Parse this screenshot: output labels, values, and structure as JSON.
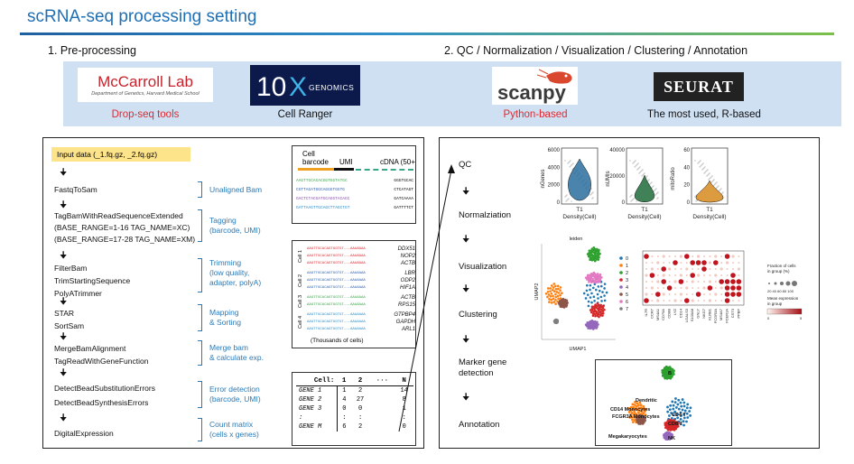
{
  "title": "scRNA-seq processing setting",
  "sections": {
    "left": "1. Pre-processing",
    "right": "2. QC / Normalization / Visualization / Clustering / Annotation"
  },
  "logos": [
    {
      "name": "McCarroll Lab",
      "sub": "Department of Genetics, Harvard Medical School",
      "label": "Drop-seq tools",
      "label_color": "#e0292f"
    },
    {
      "name": "10X GENOMICS",
      "label": "Cell Ranger",
      "label_color": "#111111"
    },
    {
      "name": "scanpy",
      "label": "Python-based",
      "label_color": "#e0292f"
    },
    {
      "name": "SEURAT",
      "label": "The most  used, R-based",
      "label_color": "#111111"
    }
  ],
  "left_panel": {
    "input": "Input data (_1.fq.gz, _2.fq.gz)",
    "steps": [
      {
        "text": "FastqToSam",
        "label": "Unaligned Bam"
      },
      {
        "text": "TagBamWithReadSequenceExtended\n(BASE_RANGE=1-16 TAG_NAME=XC)\n(BASE_RANGE=17-28 TAG_NAME=XM)",
        "label": "Tagging\n(barcode, UMI)"
      },
      {
        "text": "FilterBam\nTrimStartingSequence\nPolyATrimmer",
        "label": "Trimming\n(low quality,\nadapter, polyA)"
      },
      {
        "text": "STAR\nSortSam",
        "label": "Mapping\n& Sorting"
      },
      {
        "text": "MergeBamAlignment\nTagReadWithGeneFunction",
        "label": "Merge bam\n& calculate exp."
      },
      {
        "text": "DetectBeadSubstitutionErrors\nDetectBeadSynthesisErrors",
        "label": "Error detection\n(barcode, UMI)"
      },
      {
        "text": "DigitalExpression",
        "label": "Count matrix\n(cells x genes)"
      }
    ],
    "read_box": {
      "cell_barcode": "Cell\nbarcode",
      "umi": "UMI",
      "cdna": "cDNA (50+",
      "reads": [
        {
          "left": "AAGTTGCACACGGTGGTATGC",
          "right": "GGGTGCAC",
          "color": "#3aa64a"
        },
        {
          "left": "CGTTAGATGGCAGGGTGGTG",
          "right": "CTCATAGT",
          "color": "#2a5fb0"
        },
        {
          "left": "GACTCTACGATGCAGGTACAGC",
          "right": "GATCAAAA",
          "color": "#8a4fb0"
        },
        {
          "left": "GATTAAGTTGCAGCTTAGCTGT",
          "right": "GATTTTCT",
          "color": "#2a8fc8"
        }
      ]
    },
    "cells_box": {
      "cells": [
        "Cell 1",
        "Cell 2",
        "Cell 3",
        "Cell 4"
      ],
      "genes": [
        [
          "DDX51",
          "NOP2",
          "ACTB"
        ],
        [
          "LBR",
          "ODP2",
          "HIF1A"
        ],
        [
          "ACTB",
          "RPS15"
        ],
        [
          "GTPBP4",
          "GAPDH",
          "ARL1"
        ]
      ],
      "footer": "(Thousands of cells)"
    },
    "matrix": {
      "header": [
        "Cell:",
        "1",
        "2",
        "···",
        "N"
      ],
      "rows": [
        [
          "GENE 1",
          "1",
          "2",
          "",
          "14"
        ],
        [
          "GENE 2",
          "4",
          "27",
          "",
          "8"
        ],
        [
          "GENE 3",
          "0",
          "0",
          "",
          "1"
        ],
        [
          ":",
          ":",
          ":",
          "",
          ":"
        ],
        [
          "GENE M",
          "6",
          "2",
          "",
          "0"
        ]
      ]
    }
  },
  "right_panel": {
    "steps": [
      "QC",
      "Normalziation",
      "Visualization",
      "Clustering",
      "Marker gene\ndetection",
      "Annotation"
    ],
    "violin": {
      "plots": [
        {
          "ylabel": "nGenes",
          "ticks": [
            "6000",
            "4000",
            "2000",
            "0"
          ],
          "xlabel": "T1\nDensity(Cell)",
          "fill": "#2a6f9e"
        },
        {
          "ylabel": "nUMIs",
          "ticks": [
            "40000",
            "20000",
            "0"
          ],
          "xlabel": "T1\nDensity(Cell)",
          "fill": "#1e6b3a"
        },
        {
          "ylabel": "mitoRatio",
          "ticks": [
            "60",
            "40",
            "20",
            "0"
          ],
          "xlabel": "T1\nDensity(Cell)",
          "fill": "#d78a1e"
        }
      ]
    },
    "umap": {
      "title": "leiden",
      "xlabel": "UMAP1",
      "ylabel": "UMAP2",
      "legend": [
        "0",
        "1",
        "2",
        "3",
        "4",
        "5",
        "6",
        "7"
      ],
      "colors": [
        "#1f77b4",
        "#ff7f0e",
        "#2ca02c",
        "#d62728",
        "#9467bd",
        "#8c564b",
        "#e377c2",
        "#7f7f7f"
      ]
    },
    "dotplot": {
      "genes": [
        "IL7R",
        "CCR7",
        "MS4A1",
        "CD79A",
        "CD8B",
        "LYZ",
        "CD14",
        "LGALS3",
        "S100A8",
        "GNLY",
        "NKG7",
        "KLRB1",
        "FCGR3A",
        "MS4A7",
        "FCER1A",
        "CST3",
        "PPBP"
      ],
      "legend_title": "Fraction of cells\nin group (%)",
      "size_ticks": "20 40 60 80 100",
      "color_title": "Mean expression\nin group",
      "color_ticks": [
        "0",
        "5"
      ]
    },
    "annot": {
      "labels": [
        "B",
        "Dendritic",
        "CD14 Monocytes",
        "FCGR3A Monocytes",
        "CD4 T",
        "CD8 T",
        "Megakaryocytes",
        "NK"
      ]
    }
  }
}
